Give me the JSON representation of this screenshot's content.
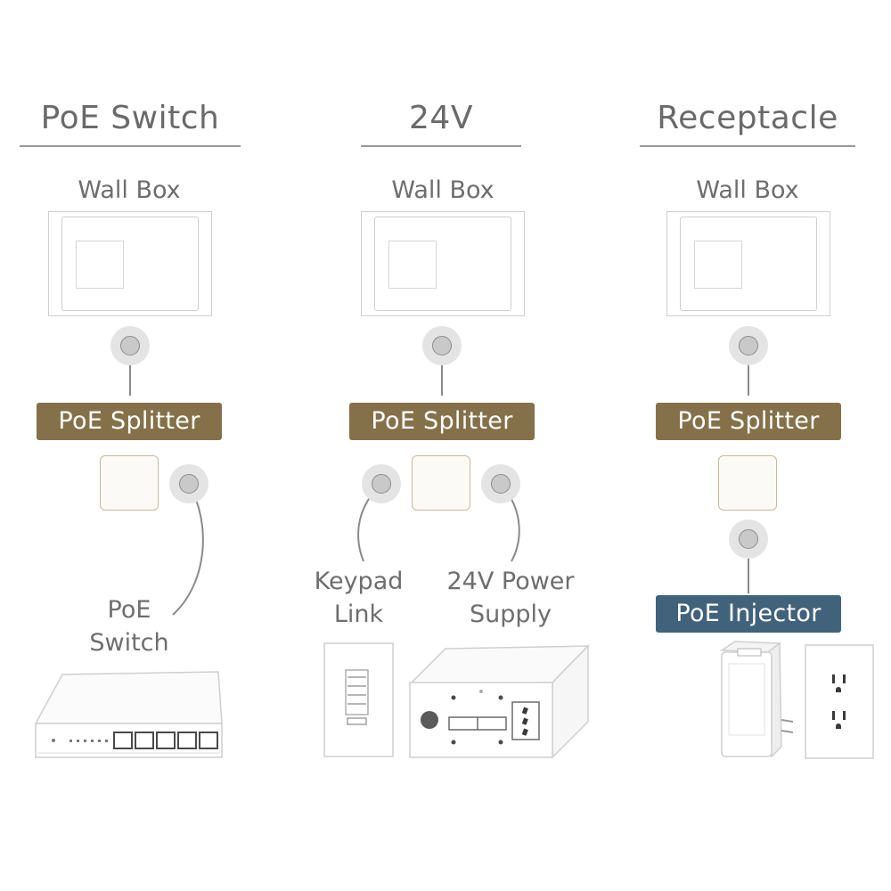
{
  "columns": [
    {
      "title": "PoE Switch",
      "wall_box_label": "Wall Box",
      "splitter_label": "PoE Splitter",
      "device_label_line1": "PoE",
      "device_label_line2": "Switch"
    },
    {
      "title": "24V",
      "wall_box_label": "Wall Box",
      "splitter_label": "PoE Splitter",
      "left_label_line1": "Keypad",
      "left_label_line2": "Link",
      "right_label_line1": "24V Power",
      "right_label_line2": "Supply"
    },
    {
      "title": "Receptacle",
      "wall_box_label": "Wall Box",
      "splitter_label": "PoE Splitter",
      "injector_label": "PoE Injector"
    }
  ],
  "colors": {
    "splitter_badge": "#857149",
    "injector_badge": "#41627b",
    "text": "#6e6e6e"
  }
}
